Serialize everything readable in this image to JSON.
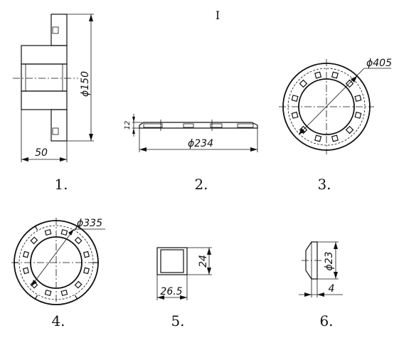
{
  "sheet": {
    "mark": "I"
  },
  "figures": [
    {
      "number": "1.",
      "dims": {
        "diameter": "ϕ150",
        "length": "50"
      }
    },
    {
      "number": "2.",
      "dims": {
        "diameter": "ϕ234",
        "thickness": "12"
      }
    },
    {
      "number": "3.",
      "dims": {
        "diameter": "ϕ405"
      }
    },
    {
      "number": "4.",
      "dims": {
        "diameter": "ϕ335"
      }
    },
    {
      "number": "5.",
      "dims": {
        "height": "24",
        "width": "26.5"
      }
    },
    {
      "number": "6.",
      "dims": {
        "diameter": "ϕ23",
        "width": "4"
      }
    }
  ]
}
